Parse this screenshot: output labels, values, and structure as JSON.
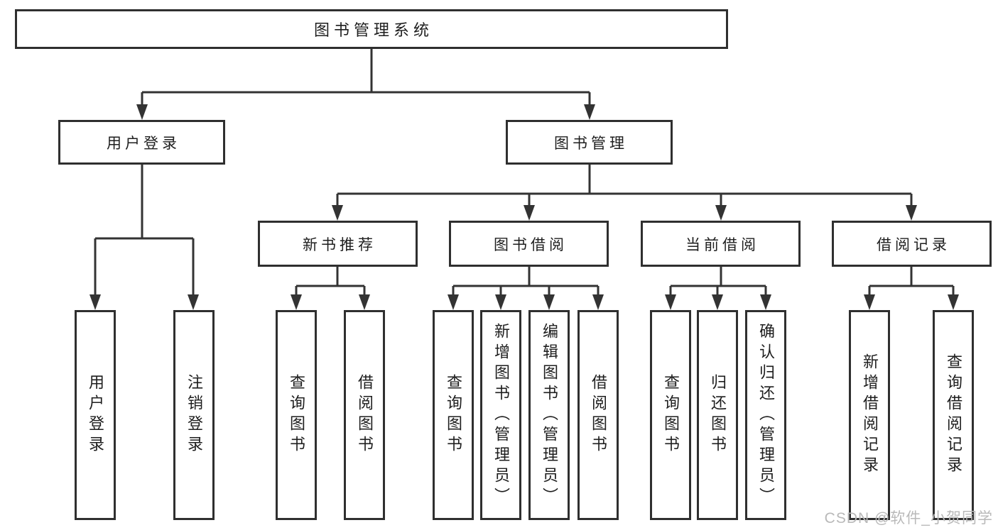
{
  "diagram_title": "图书管理系统",
  "tree": {
    "root": "图书管理系统",
    "level2": {
      "user_login": "用户登录",
      "book_management": "图书管理"
    },
    "level3": {
      "new_book_recommend": "新书推荐",
      "book_borrowing": "图书借阅",
      "current_borrowing": "当前借阅",
      "borrowing_records": "借阅记录"
    },
    "leaves": {
      "user_login": [
        "用户登录",
        "注销登录"
      ],
      "new_book_recommend": [
        "查询图书",
        "借阅图书"
      ],
      "book_borrowing": [
        "查询图书",
        "新增图书（管理员）",
        "编辑图书（管理员）",
        "借阅图书"
      ],
      "current_borrowing": [
        "查询图书",
        "归还图书",
        "确认归还（管理员）"
      ],
      "borrowing_records": [
        "新增借阅记录",
        "查询借阅记录"
      ]
    }
  },
  "watermark": "CSDN @软件_小贺同学",
  "colors": {
    "line": "#333333",
    "box_border": "#2f2f2f",
    "text": "#1e1e1e",
    "watermark": "#b9b9b9",
    "background": "#ffffff"
  }
}
